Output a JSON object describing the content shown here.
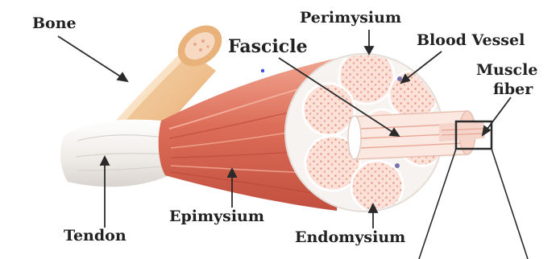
{
  "labels": {
    "bone": "Bone",
    "perimysium": "Perimysium",
    "fascicle": "Fascicle",
    "blood_vessel": "Blood Vessel",
    "muscle_fiber_line1": "Muscle",
    "muscle_fiber_line2": "fiber",
    "tendon": "Tendon",
    "epimysium": "Epimysium",
    "endomysium": "Endomysium"
  },
  "colors": {
    "bone": "#f0c89a",
    "bone_shadow": "#d99a5c",
    "tendon": "#f3f1ee",
    "muscle": "#e07a64",
    "muscle_dark": "#c7503f",
    "muscle_light": "#f2a896",
    "fascicle_fill": "#fbdcd3",
    "connective": "#f8f6f3",
    "blood_vessel": "#7a6fb0",
    "pointer": "#2a2a2a"
  }
}
